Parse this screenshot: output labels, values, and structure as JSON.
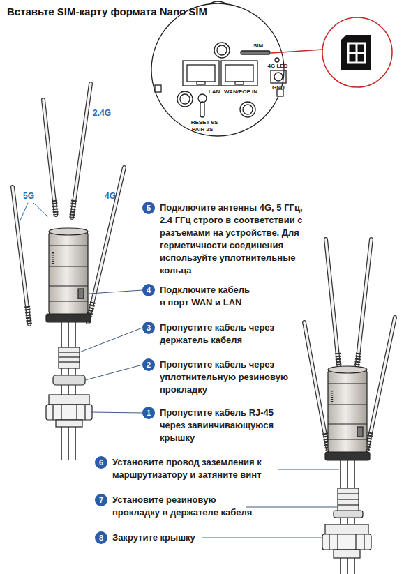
{
  "diagram": {
    "title": "Вставьте SIM-карту формата Nano SIM",
    "nodes": [
      {
        "text": [
          "5",
          "Подключите антенны 4G, 5 ГГц, 2.4 ГГц строго в соответствии с разъемами на устройстве. Для герметичности соединения используйте уплотнительные кольца"
        ]
      },
      {
        "text": [
          "4",
          "Подключите кабель в порт WAN и LAN"
        ]
      },
      {
        "text": [
          "3",
          "Пропустите кабель через держатель кабеля"
        ]
      },
      {
        "text": [
          "2",
          "Пропустите кабель через уплотнительную резиновую прокладку"
        ]
      },
      {
        "text": [
          "1",
          "Пропустите кабель RJ-45 через завинчивающуюся крышку"
        ]
      },
      {
        "text": [
          "6",
          "Установите провод заземления к маршрутизатору и затяните винт"
        ]
      },
      {
        "text": [
          "7",
          "Установите резиновую прокладку в держателе кабеля"
        ]
      },
      {
        "text": [
          "8",
          "Закрутите крышку"
        ]
      }
    ],
    "labels": [
      "SIM",
      "LAN",
      "WAN/POE IN",
      "4G LED",
      "GND",
      "RESET 6S",
      "PAIR 2S",
      "2.4G",
      "5G",
      "4G"
    ]
  }
}
